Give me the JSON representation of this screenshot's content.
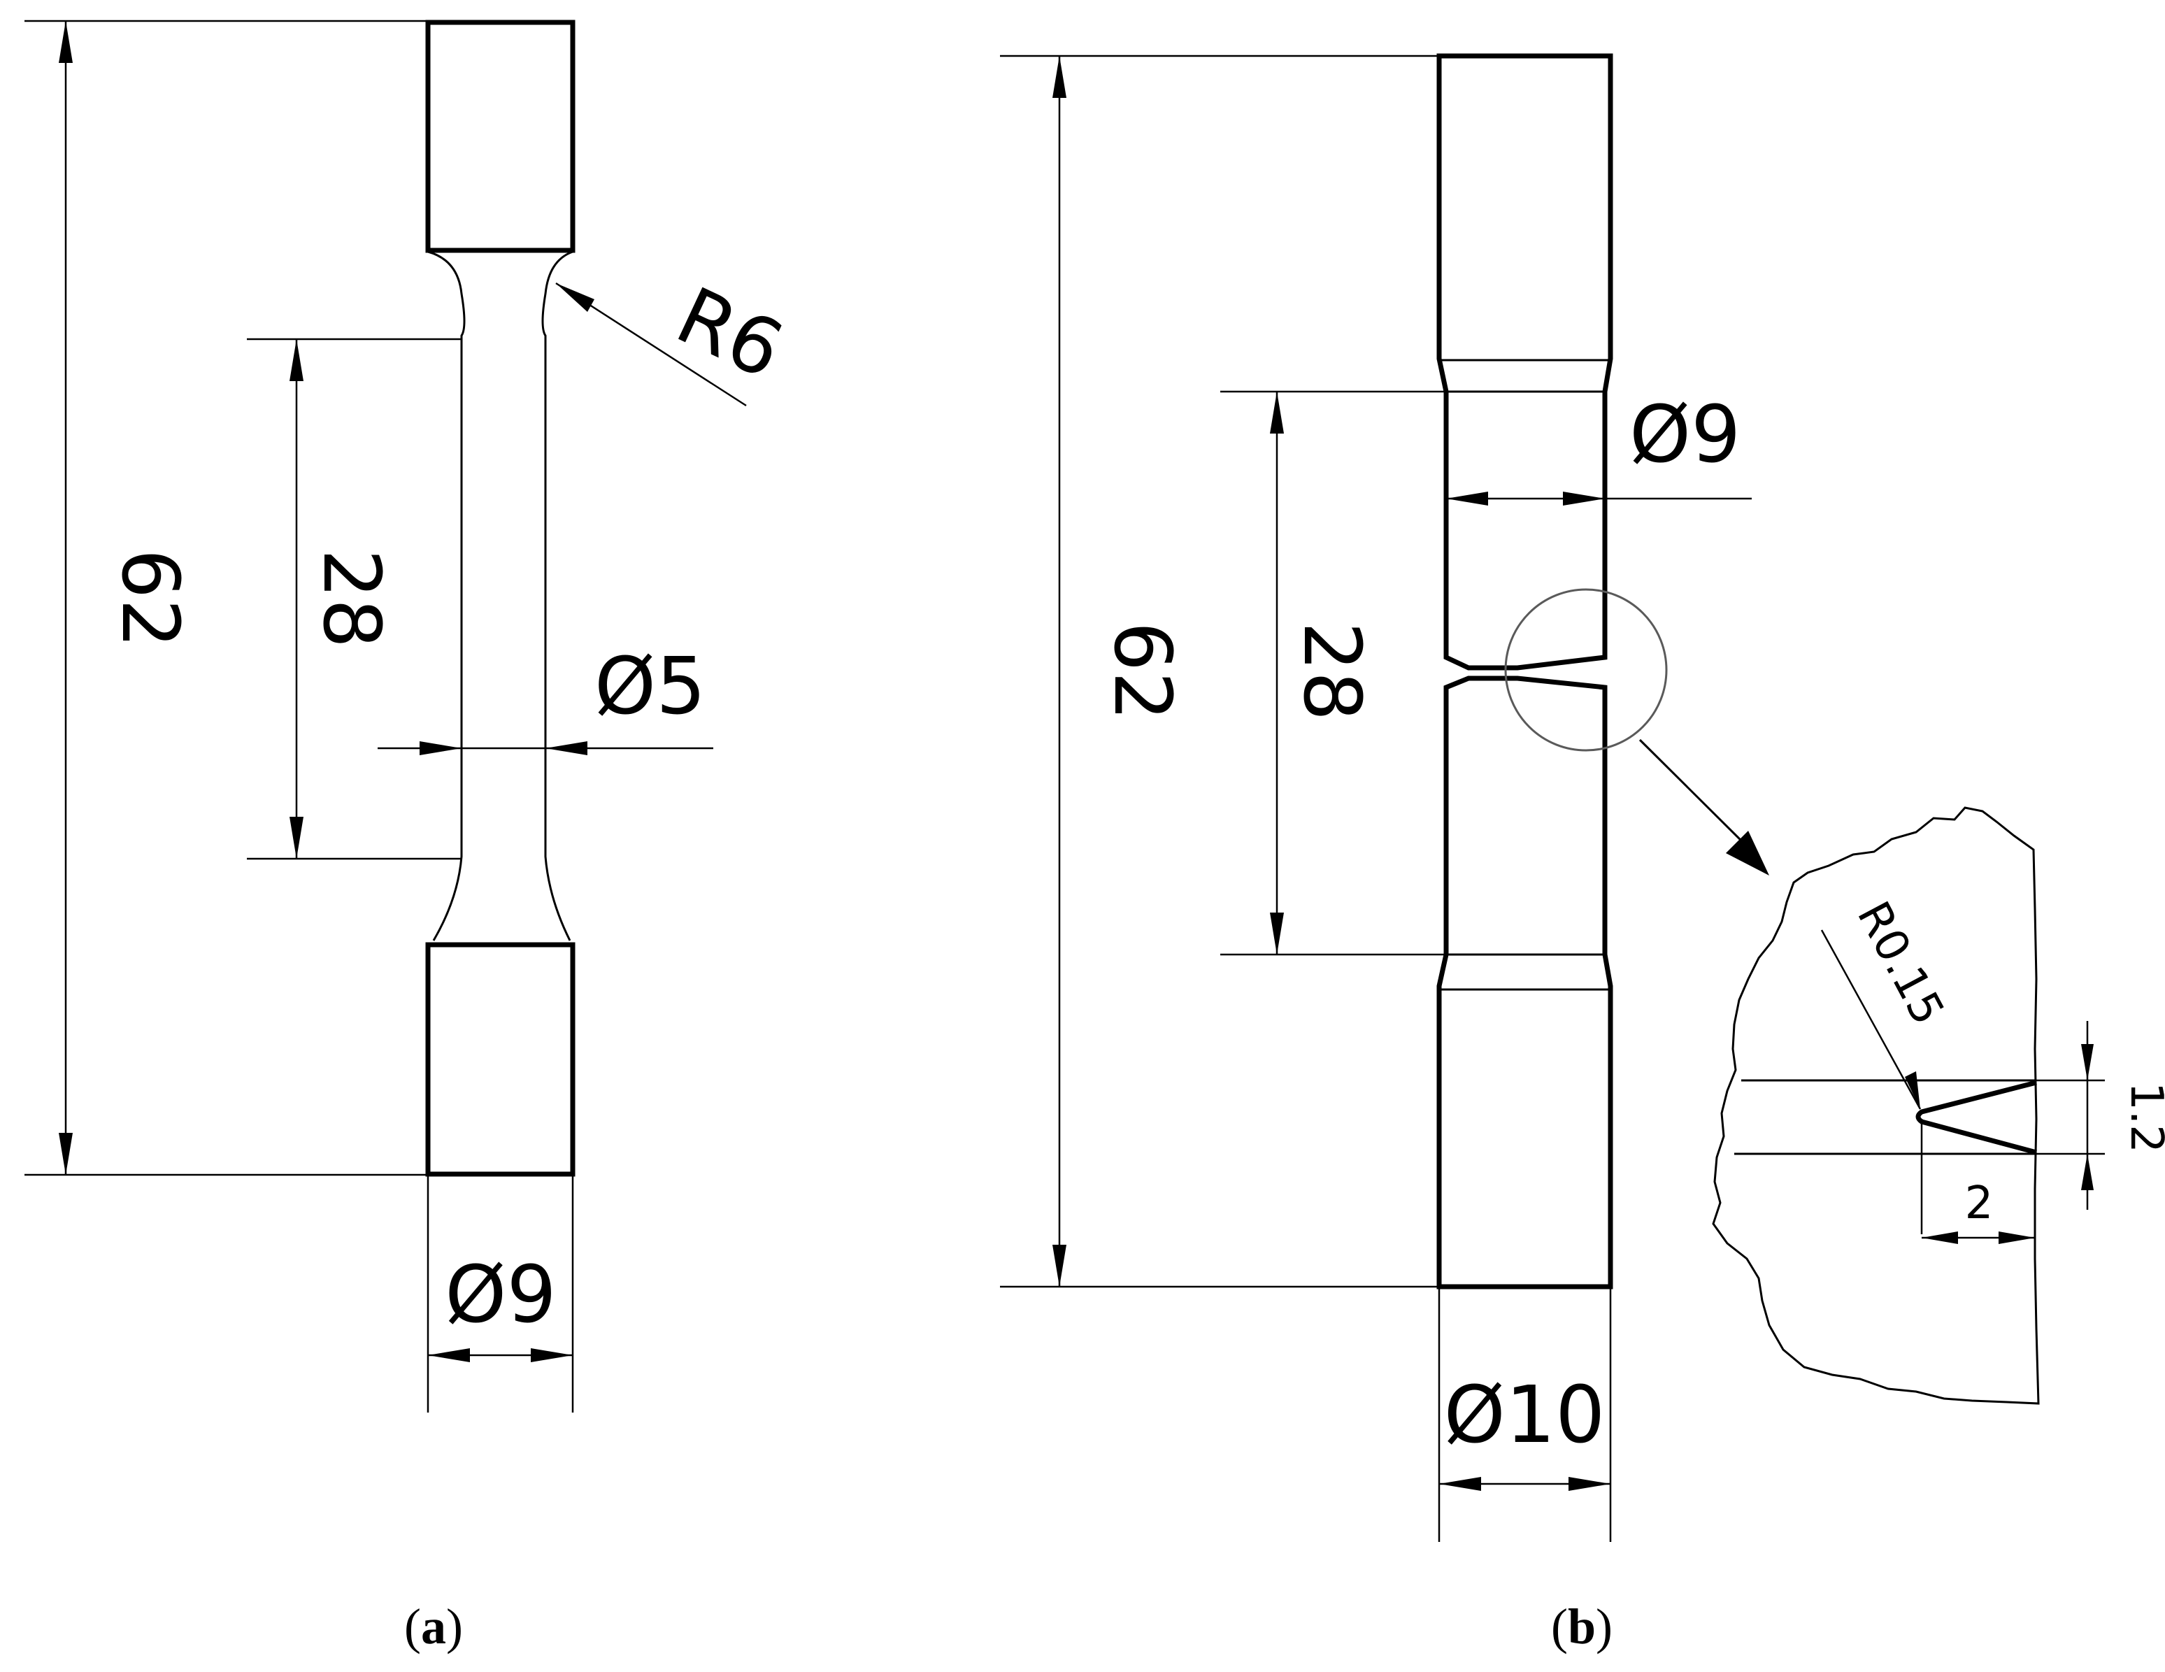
{
  "panel_a": {
    "length_label": "62",
    "gauge_label": "28",
    "gauge_diameter_label": "Ø5",
    "fillet_label": "R6",
    "grip_diameter_label": "Ø9",
    "caption_open": "(",
    "caption_letter": "a",
    "caption_close": ")"
  },
  "panel_b": {
    "length_label": "62",
    "gauge_label": "28",
    "gauge_diameter_label": "Ø9",
    "grip_diameter_label": "Ø10",
    "notch_radius_label": "R0.15",
    "notch_depth_label": "2",
    "notch_width_label": "1.2",
    "caption_open": "(",
    "caption_letter": "b",
    "caption_close": ")"
  }
}
